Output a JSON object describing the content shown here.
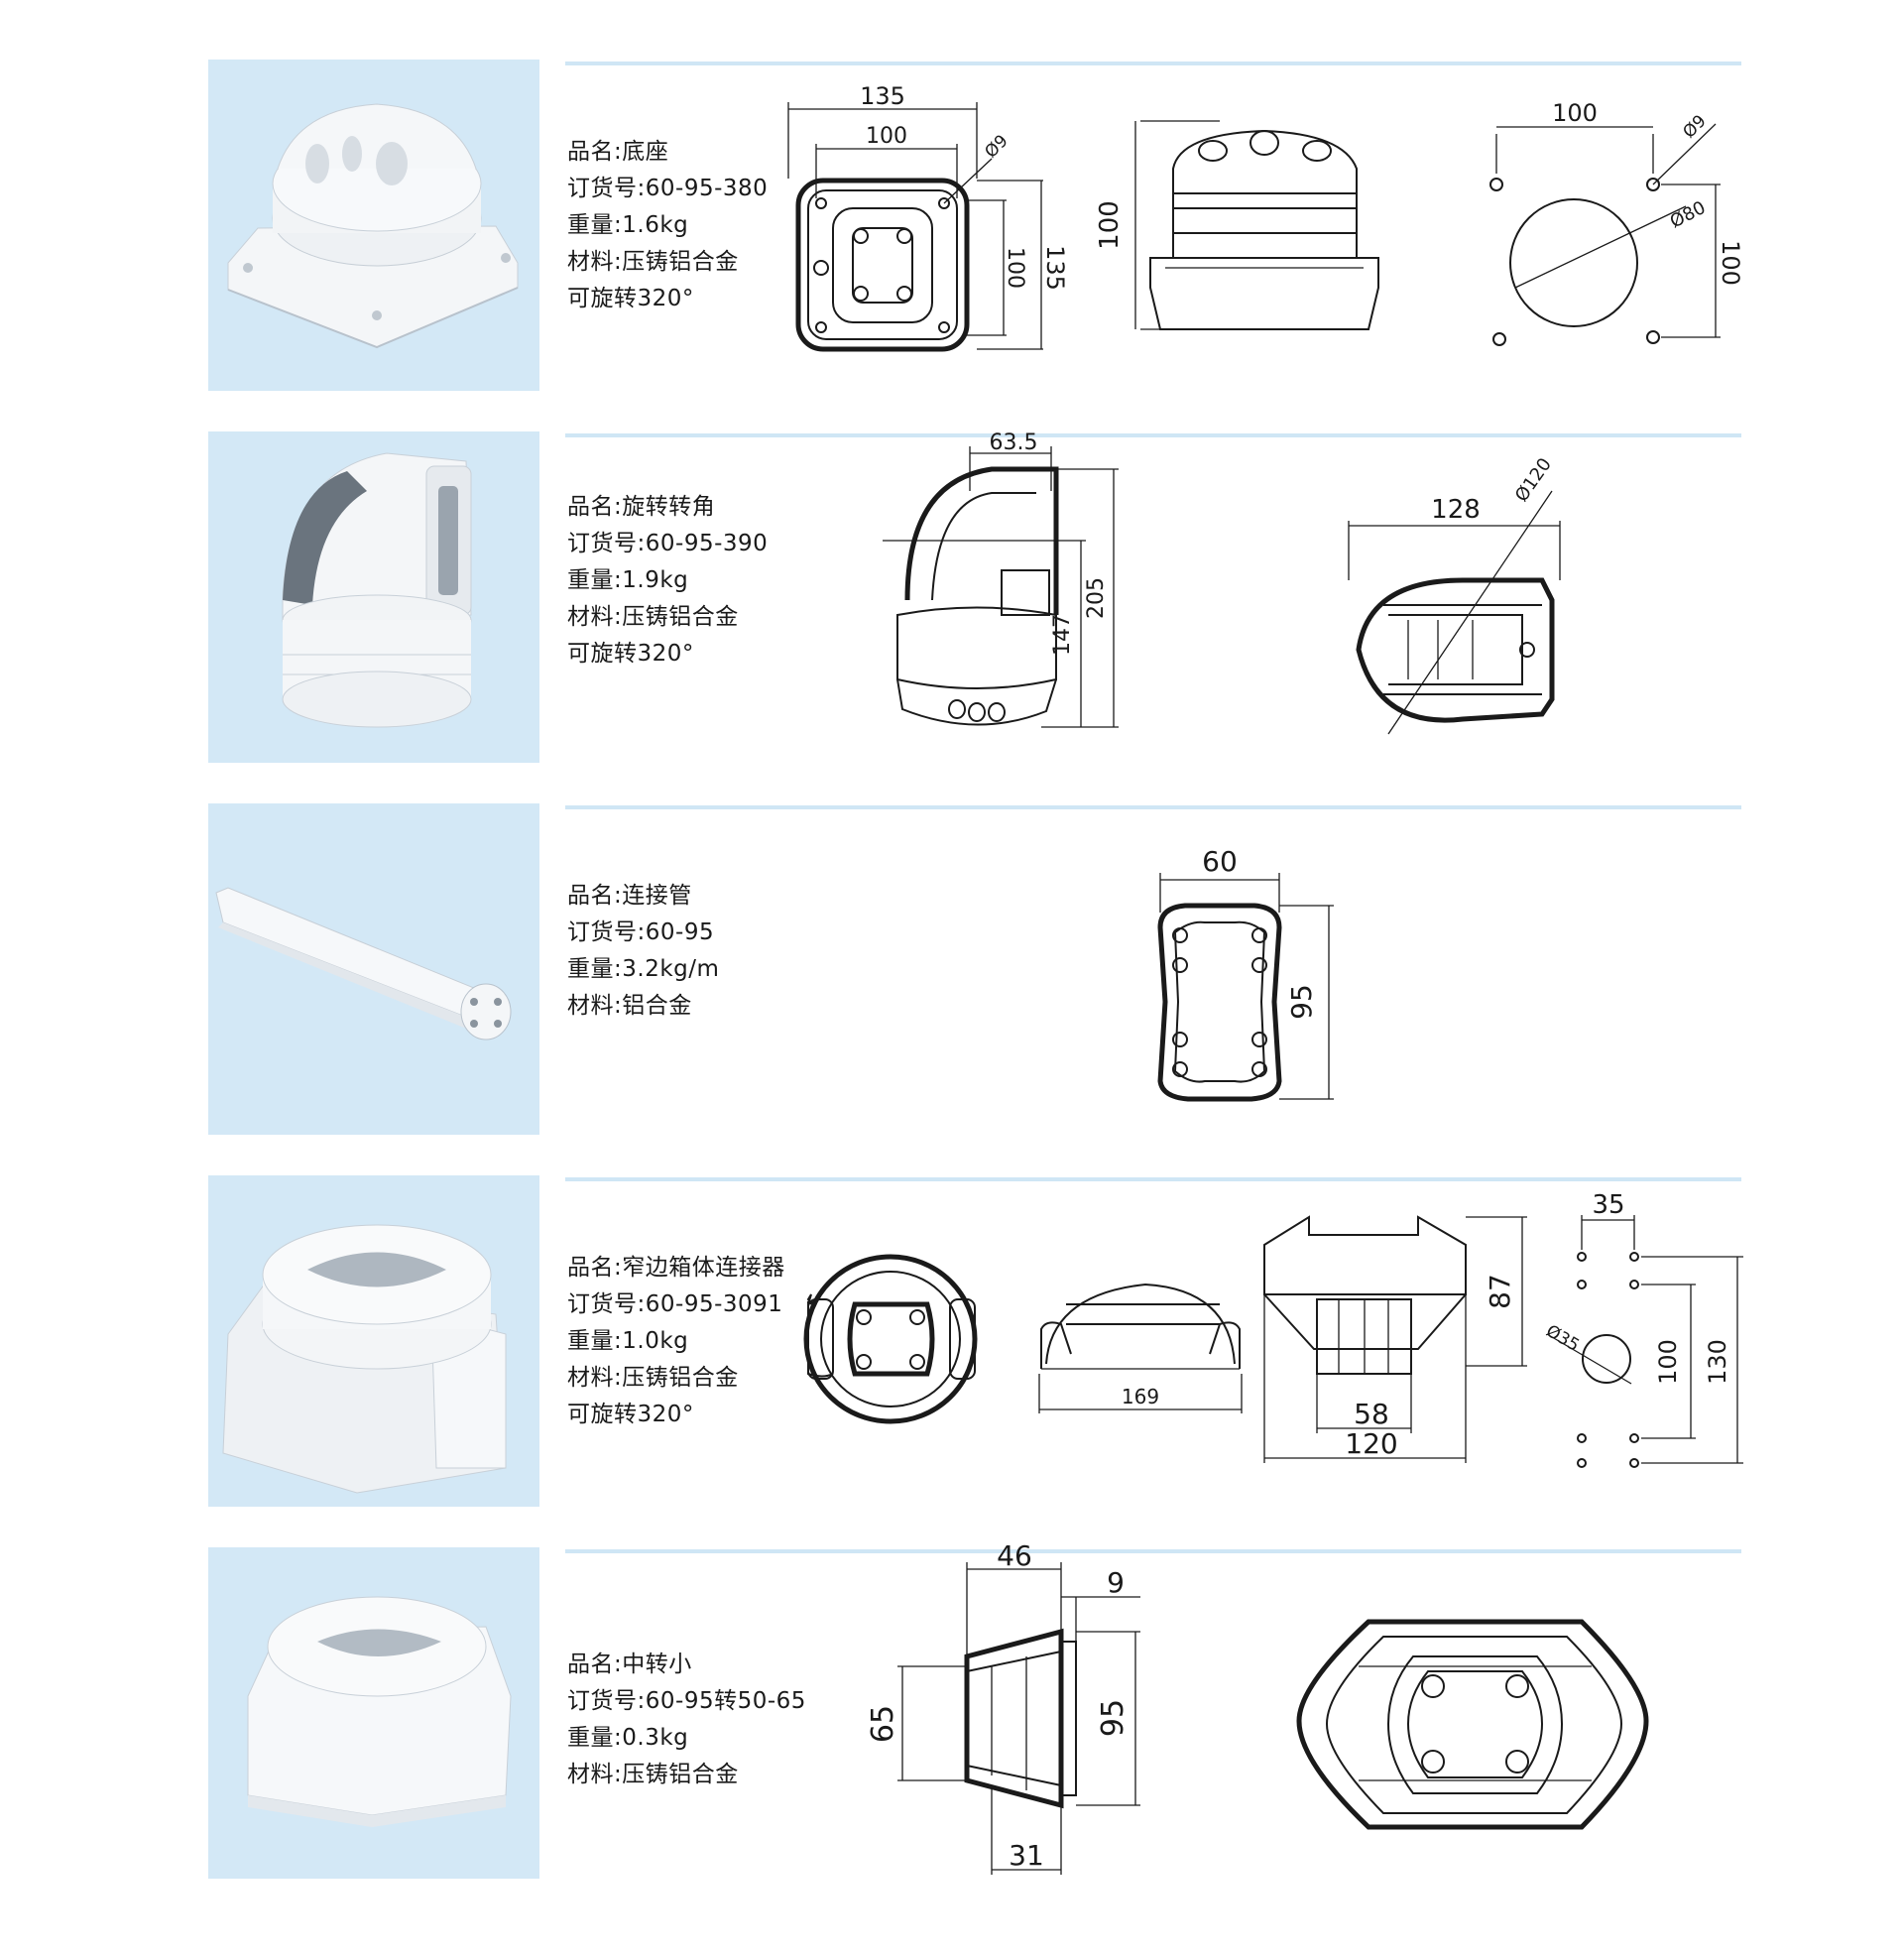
{
  "products": [
    {
      "name_line": "品名:底座",
      "order_line": "订货号:60-95-380",
      "weight_line": "重量:1.6kg",
      "material_line": "材料:压铸铝合金",
      "rotate_line": "可旋转320°",
      "dims": [
        "135",
        "100",
        "Ø9",
        "100",
        "135",
        "100",
        "100",
        "Ø9",
        "Ø80",
        "100"
      ]
    },
    {
      "name_line": "品名:旋转转角",
      "order_line": "订货号:60-95-390",
      "weight_line": "重量:1.9kg",
      "material_line": "材料:压铸铝合金",
      "rotate_line": "可旋转320°",
      "dims": [
        "63.5",
        "147",
        "205",
        "128",
        "Ø120"
      ]
    },
    {
      "name_line": "品名:连接管",
      "order_line": "订货号:60-95",
      "weight_line": "重量:3.2kg/m",
      "material_line": "材料:铝合金",
      "dims": [
        "60",
        "95"
      ]
    },
    {
      "name_line": "品名:窄边箱体连接器",
      "order_line": "订货号:60-95-3091",
      "weight_line": "重量:1.0kg",
      "material_line": "材料:压铸铝合金",
      "rotate_line": "可旋转320°",
      "dims": [
        "169",
        "87",
        "58",
        "120",
        "35",
        "Ø35",
        "100",
        "130"
      ]
    },
    {
      "name_line": "品名:中转小",
      "order_line": "订货号:60-95转50-65",
      "weight_line": "重量:0.3kg",
      "material_line": "材料:压铸铝合金",
      "dims": [
        "46",
        "9",
        "65",
        "95",
        "31"
      ]
    }
  ],
  "colors": {
    "panel": "#d3e8f6",
    "rule": "#cfe6f5",
    "line": "#1a1a1a"
  }
}
